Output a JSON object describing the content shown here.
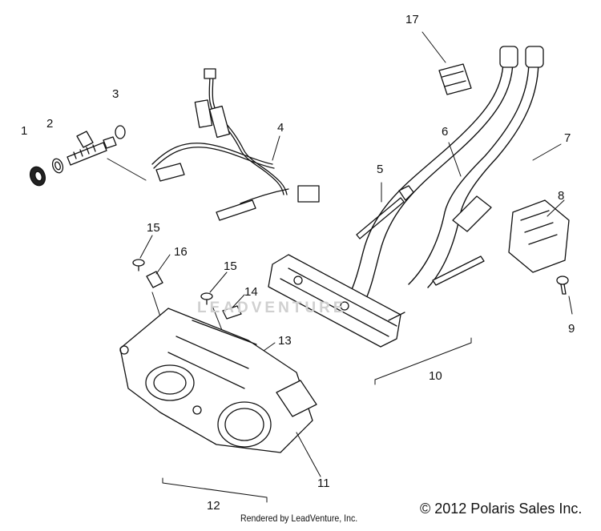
{
  "diagram": {
    "callouts": [
      "1",
      "2",
      "3",
      "4",
      "5",
      "6",
      "7",
      "8",
      "9",
      "10",
      "11",
      "12",
      "13",
      "14",
      "15",
      "15",
      "16",
      "17"
    ],
    "watermark": "LEADVENTURE",
    "footer_render": "Rendered by LeadVenture, Inc.",
    "footer_copyright": "© 2012 Polaris Sales Inc."
  }
}
